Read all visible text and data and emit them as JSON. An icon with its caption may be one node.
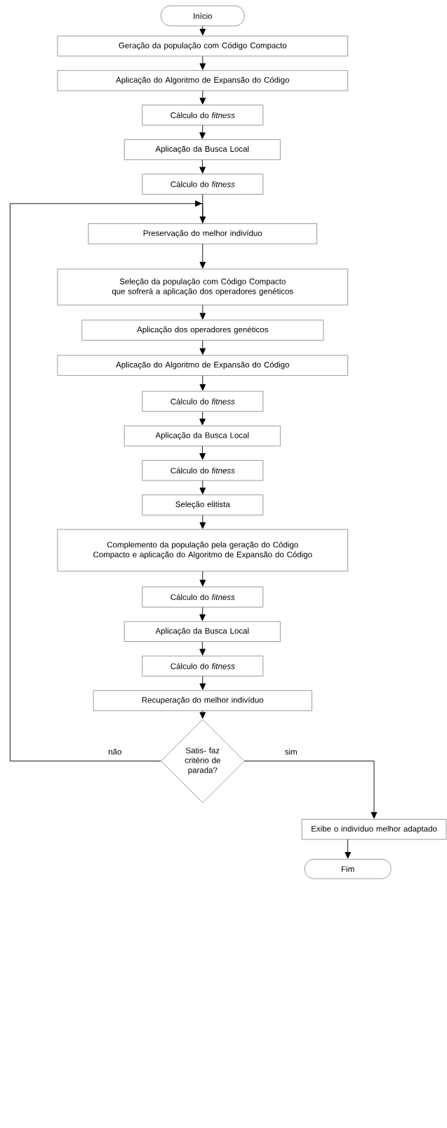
{
  "diagram": {
    "nodes": [
      {
        "text": [
          "Início"
        ]
      },
      {
        "text": [
          "Geração da população com Código Compacto"
        ]
      },
      {
        "text": [
          "Aplicação do Algoritmo de Expansão do Código"
        ]
      },
      {
        "text": [
          "Cálculo do *fitness*"
        ]
      },
      {
        "text": [
          "Aplicação da Busca Local"
        ]
      },
      {
        "text": [
          "Cálculo do *fitness*"
        ]
      },
      {
        "text": [
          "Preservação  do melhor indivíduo"
        ]
      },
      {
        "text": [
          "Seleção da população com Código Compacto que sofrerá a aplicação dos operadores genéticos"
        ]
      },
      {
        "text": [
          "Aplicação dos operadores genéticos"
        ]
      },
      {
        "text": [
          "Aplicação do Algoritmo de Expansão do Código"
        ]
      },
      {
        "text": [
          "Cálculo do *fitness*"
        ]
      },
      {
        "text": [
          "Aplicação da Busca Local"
        ]
      },
      {
        "text": [
          "Cálculo do *fitness*"
        ]
      },
      {
        "text": [
          "Seleção elitista"
        ]
      },
      {
        "text": [
          "Complemento da população pela geração do Código Compacto e aplicação do Algoritmo de Expansão do Código"
        ]
      },
      {
        "text": [
          "Cálculo do *fitness*"
        ]
      },
      {
        "text": [
          "Aplicação da Busca Local"
        ]
      },
      {
        "text": [
          "Cálculo do *fitness*"
        ]
      },
      {
        "text": [
          "Recuperação do melhor indivíduo"
        ]
      },
      {
        "text": [
          "Satis- faz critério de parada?"
        ]
      },
      {
        "text": [
          "Exibe o indivíduo melhor adaptado"
        ]
      },
      {
        "text": [
          "Fim"
        ]
      }
    ],
    "edges": [
      {
        "from": 0,
        "to": 1,
        "arrow": "to"
      },
      {
        "from": 1,
        "to": 2,
        "arrow": "to"
      },
      {
        "from": 2,
        "to": 3,
        "arrow": "to"
      },
      {
        "from": 3,
        "to": 4,
        "arrow": "to"
      },
      {
        "from": 4,
        "to": 5,
        "arrow": "to"
      },
      {
        "from": 5,
        "to": 6,
        "arrow": "to"
      },
      {
        "from": 6,
        "to": 7,
        "arrow": "to"
      },
      {
        "from": 7,
        "to": 8,
        "arrow": "to"
      },
      {
        "from": 8,
        "to": 9,
        "arrow": "to"
      },
      {
        "from": 9,
        "to": 10,
        "arrow": "to"
      },
      {
        "from": 10,
        "to": 11,
        "arrow": "to"
      },
      {
        "from": 11,
        "to": 12,
        "arrow": "to"
      },
      {
        "from": 12,
        "to": 13,
        "arrow": "to"
      },
      {
        "from": 13,
        "to": 14,
        "arrow": "to"
      },
      {
        "from": 14,
        "to": 15,
        "arrow": "to"
      },
      {
        "from": 15,
        "to": 16,
        "arrow": "to"
      },
      {
        "from": 16,
        "to": 17,
        "arrow": "to"
      },
      {
        "from": 17,
        "to": 18,
        "arrow": "to"
      },
      {
        "from": 18,
        "to": 19,
        "arrow": "to"
      },
      {
        "from": 19,
        "to": 6,
        "arrow": "to",
        "label": "não"
      },
      {
        "from": 19,
        "to": 20,
        "arrow": "to",
        "label": "sim"
      },
      {
        "from": 20,
        "to": 21,
        "arrow": "to"
      }
    ]
  }
}
